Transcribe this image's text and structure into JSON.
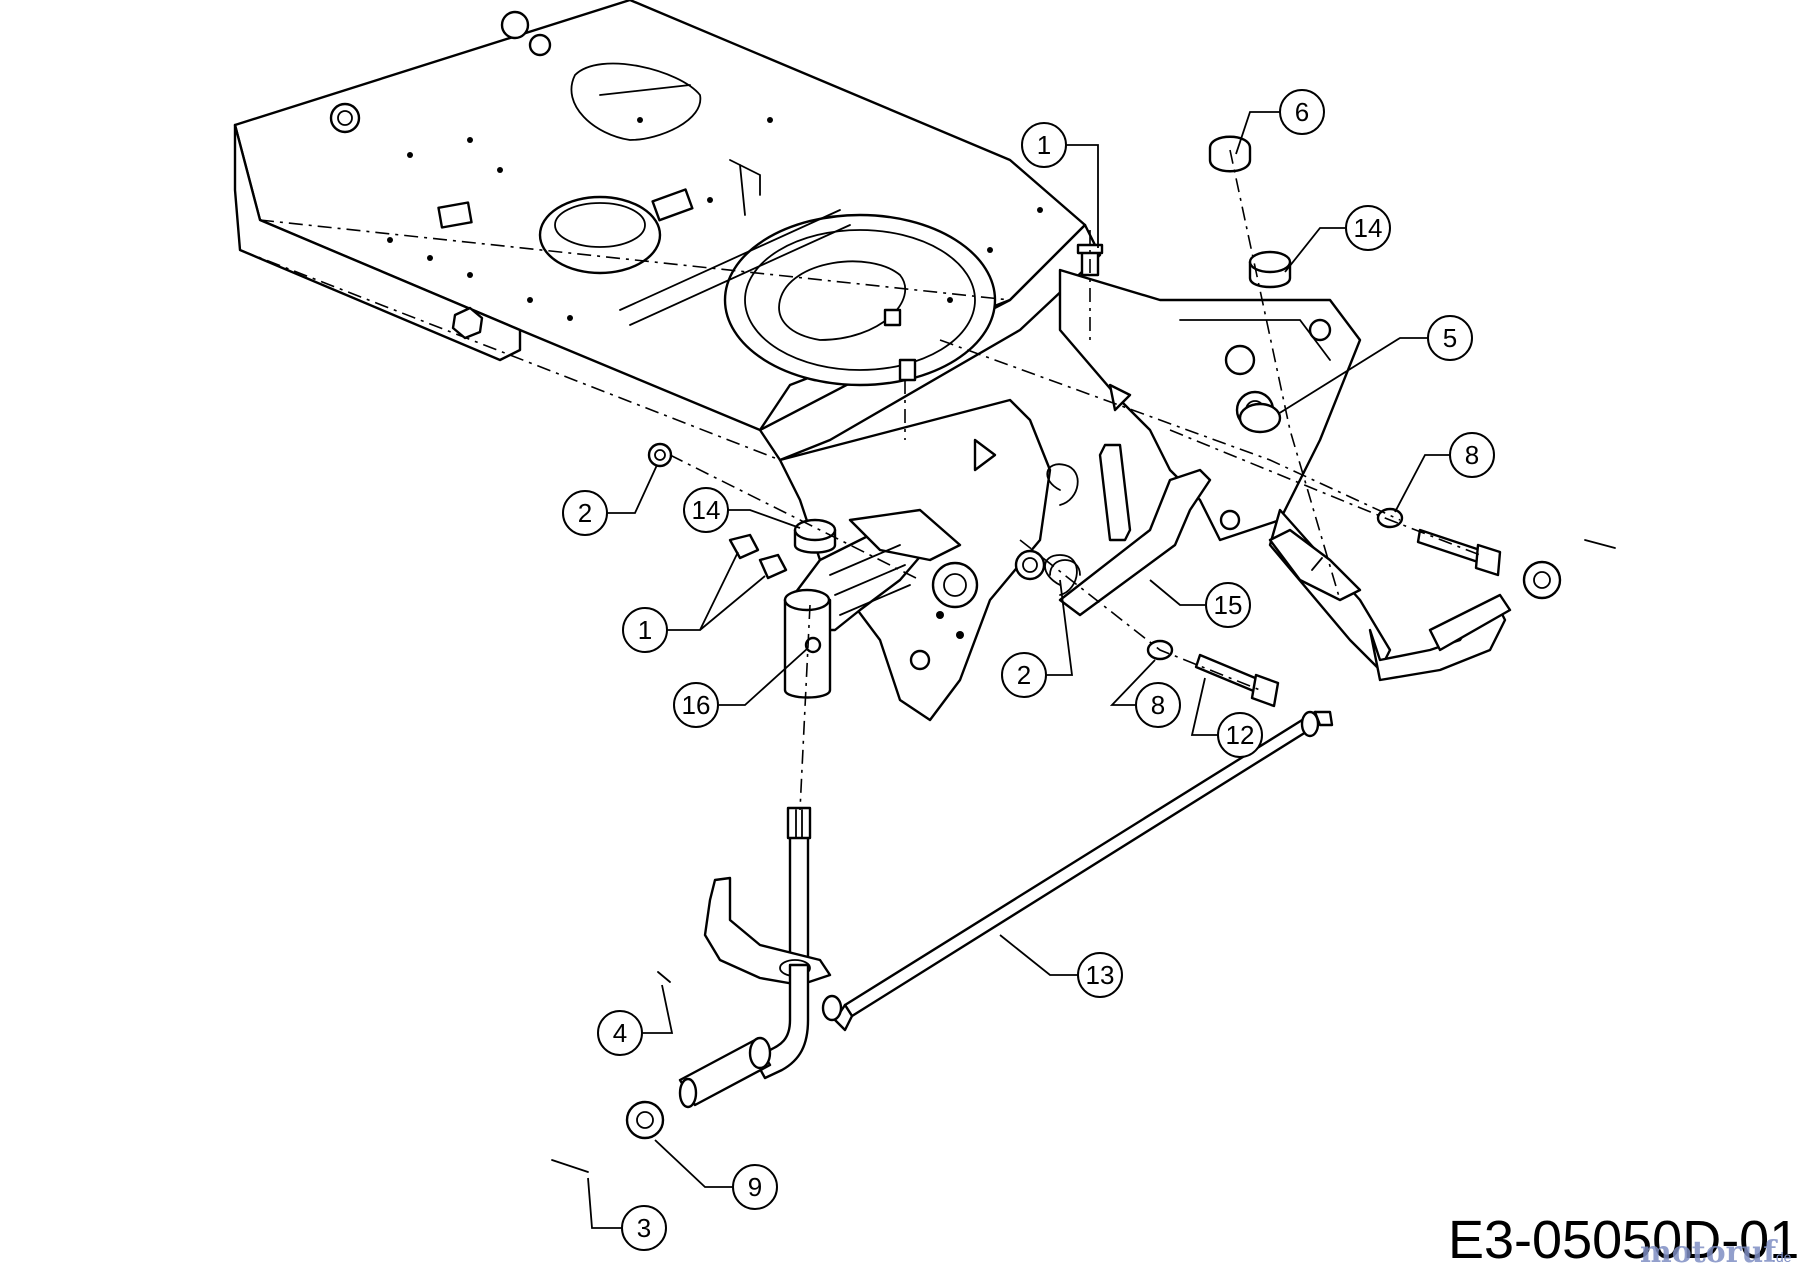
{
  "diagram": {
    "drawing_code": "E3-05050D-01",
    "watermark": "motoruf",
    "watermark_suffix": ".de",
    "callouts": [
      {
        "id": "c1-top",
        "label": "1"
      },
      {
        "id": "c6",
        "label": "6"
      },
      {
        "id": "c14-right",
        "label": "14"
      },
      {
        "id": "c5",
        "label": "5"
      },
      {
        "id": "c8-right",
        "label": "8"
      },
      {
        "id": "c2-left",
        "label": "2"
      },
      {
        "id": "c14-left",
        "label": "14"
      },
      {
        "id": "c1-left",
        "label": "1"
      },
      {
        "id": "c16",
        "label": "16"
      },
      {
        "id": "c15",
        "label": "15"
      },
      {
        "id": "c2-mid",
        "label": "2"
      },
      {
        "id": "c8-mid",
        "label": "8"
      },
      {
        "id": "c12",
        "label": "12"
      },
      {
        "id": "c13",
        "label": "13"
      },
      {
        "id": "c4",
        "label": "4"
      },
      {
        "id": "c9",
        "label": "9"
      },
      {
        "id": "c3",
        "label": "3"
      }
    ]
  }
}
